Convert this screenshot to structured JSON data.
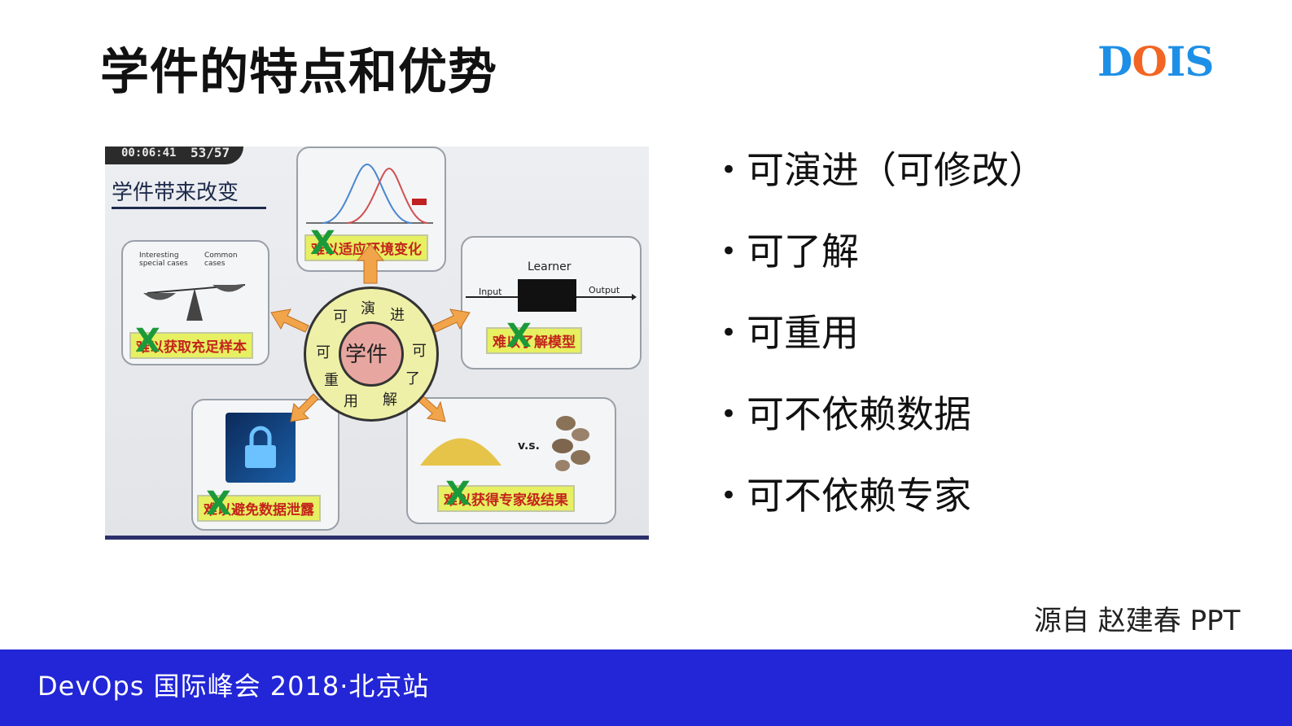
{
  "slide": {
    "title": "学件的特点和优势",
    "logo": {
      "letters": [
        "D",
        "O",
        "I",
        "S"
      ],
      "colors": {
        "primary": "#1e8fe6",
        "accent": "#f26522"
      }
    },
    "source": "源自 赵建春 PPT",
    "footer": "DevOps 国际峰会 2018·北京站",
    "footer_color": "#2226d6"
  },
  "bullets": [
    "可演进（可修改）",
    "可了解",
    "可重用",
    "可不依赖数据",
    "可不依赖专家"
  ],
  "photo": {
    "timer": "00:06:41",
    "pages": "53/57",
    "heading": "学件带来改变",
    "center": "学件",
    "ring_chars": [
      "可",
      "演",
      "进",
      "可",
      "了",
      "解",
      "用",
      "重",
      "可"
    ],
    "learner_label": "Learner",
    "input_label": "Input",
    "output_label": "Output",
    "interesting": "Interesting special cases",
    "common": "Common cases",
    "vs": "v.s.",
    "x_mark": "X",
    "labels": {
      "top": "难以适应环境变化",
      "left": "难以获取充足样本",
      "right": "难以了解模型",
      "bottom_left": "难以避免数据泄露",
      "bottom_right": "难以获得专家级结果"
    }
  }
}
